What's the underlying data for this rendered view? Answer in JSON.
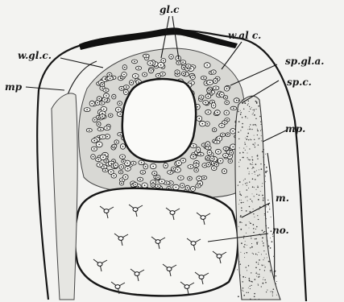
{
  "labels": {
    "gl_c": "gl.c",
    "w_gl_c": "w.gl.c.",
    "w_al_c": "w.al c.",
    "mp_left": "mp",
    "sp_gl_a": "sp.gl.a.",
    "sp_c": "sp.c.",
    "mp_right": "mp.",
    "m": "m.",
    "no": "no."
  },
  "colors": {
    "ink": "#161616",
    "paper": "#f3f3f1"
  }
}
